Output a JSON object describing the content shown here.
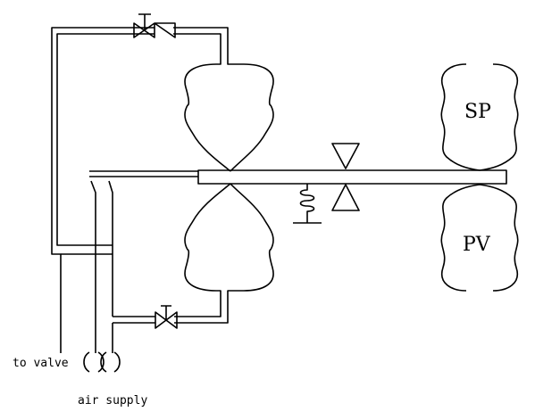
{
  "labels": {
    "setpoint": "SP",
    "process_variable": "PV",
    "to_valve": "to valve",
    "air_supply": "air supply"
  }
}
